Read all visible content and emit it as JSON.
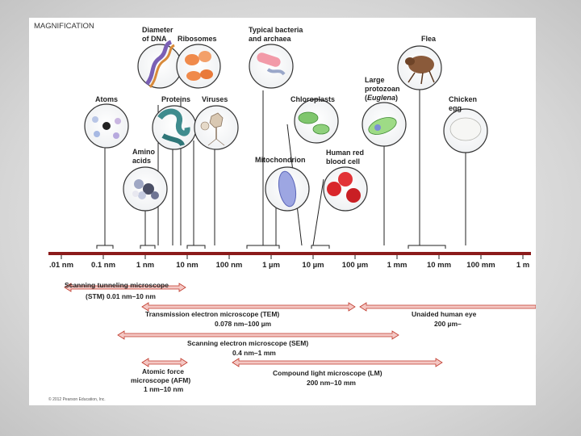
{
  "title": "MAGNIFICATION",
  "copyright": "© 2012 Pearson Education, Inc.",
  "scale_ticks": [
    ".01 nm",
    "0.1 nm",
    "1 nm",
    "10 nm",
    "100 nm",
    "1 µm",
    "10 µm",
    "100 µm",
    "1 mm",
    "10 mm",
    "100 mm",
    "1 m"
  ],
  "objects": {
    "atoms": "Atoms",
    "amino_1": "Amino",
    "amino_2": "acids",
    "dna_1": "Diameter",
    "dna_2": "of DNA",
    "proteins": "Proteins",
    "ribosomes": "Ribosomes",
    "viruses": "Viruses",
    "bacteria_1": "Typical bacteria",
    "bacteria_2": "and archaea",
    "mitochondrion": "Mitochondrion",
    "chloroplasts": "Chloroplasts",
    "rbc_1": "Human red",
    "rbc_2": "blood cell",
    "protozoan_1": "Large",
    "protozoan_2": "protozoan",
    "protozoan_3": "Euglena",
    "flea": "Flea",
    "egg_1": "Chicken",
    "egg_2": "egg"
  },
  "instruments": {
    "stm_1": "Scanning tunneling microscope",
    "stm_2": "(STM) 0.01 nm–10 nm",
    "tem_1": "Transmission electron microscope (TEM)",
    "tem_2": "0.078 nm–100 µm",
    "eye_1": "Unaided human eye",
    "eye_2": "200 µm–",
    "sem_1": "Scanning electron microscope (SEM)",
    "sem_2": "0.4 nm–1 mm",
    "afm_1": "Atomic force",
    "afm_2": "microscope (AFM)",
    "afm_3": "1 nm–10 nm",
    "lm_1": "Compound light microscope (LM)",
    "lm_2": "200 nm–10 mm"
  },
  "colors": {
    "scale_bar": "#8b1a1a",
    "range_arrow": "#f4c7c3",
    "range_arrow_stroke": "#c0392b"
  }
}
